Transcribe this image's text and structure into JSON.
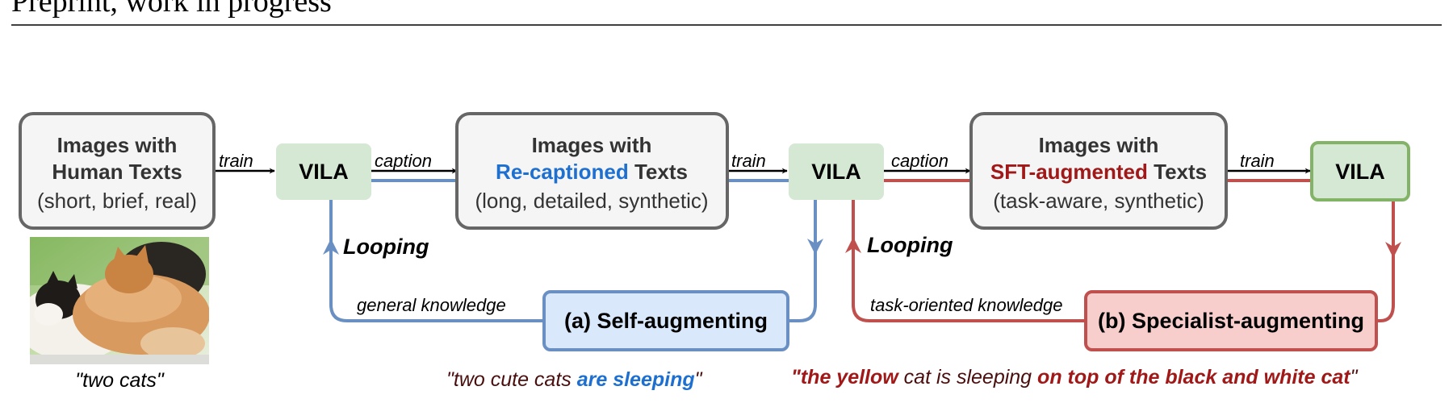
{
  "header": {
    "text": "Preprint, work in progress"
  },
  "colors": {
    "blue": "#6a8fc3",
    "red": "#c0504d",
    "text_blue": "#1d6fd0",
    "text_red": "#a01818",
    "quote_dark": "#4a0e0e",
    "vila_fill": "#d5e8d4",
    "vila_final_stroke": "#82b366",
    "box_fill": "#f5f5f5",
    "box_stroke": "#666666",
    "self_fill": "#dae8fc",
    "spec_fill": "#f8cecc"
  },
  "boxes": {
    "human": {
      "line1": "Images with",
      "line2": "Human Texts",
      "line3": "(short, brief, real)"
    },
    "recap": {
      "line1": "Images with",
      "line2_colored": "Re-captioned",
      "line2_rest": " Texts",
      "line3": "(long, detailed, synthetic)"
    },
    "sft": {
      "line1": "Images with",
      "line2_colored": "SFT-augmented",
      "line2_rest": " Texts",
      "line3": "(task-aware, synthetic)"
    }
  },
  "vila": {
    "label": "VILA"
  },
  "edges": {
    "train": "train",
    "caption": "caption",
    "looping": "Looping",
    "general_knowledge": "general knowledge",
    "task_knowledge": "task-oriented knowledge"
  },
  "augment": {
    "self": "(a) Self-augmenting",
    "specialist": "(b) Specialist-augmenting"
  },
  "captions": {
    "human": "\"two cats\"",
    "self_pre": "\"two cute cats ",
    "self_emph": "are sleeping",
    "self_post": "\"",
    "spec_p1": "\"the yellow",
    "spec_p2": " cat is sleeping ",
    "spec_p3": "on top of the black and white cat",
    "spec_p4": "\""
  },
  "photo": {
    "icon": "cats-photo"
  }
}
